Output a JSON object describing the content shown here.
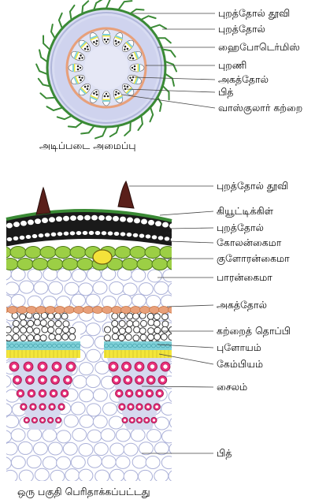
{
  "colors": {
    "epidermis_hair": "#5a1f1a",
    "cuticle": "#3a8a35",
    "hypodermis": "#9ccf45",
    "collenchyma_dark": "#1a1a1a",
    "parenchyma": "#c9cde8",
    "endodermis": "#e8a07a",
    "bundle_cap": "#ffffff",
    "phloem": "#7fd0d8",
    "cambium": "#f3e63a",
    "xylem": "#e8307a",
    "yellow_cell": "#f4e23a"
  },
  "top": {
    "caption": "அடிப்படை அமைப்பு",
    "labels": [
      "புறத்தோல் தூவி",
      "புறத்தோல்",
      "ஹைபோடெர்மிஸ்",
      "புறணி",
      "அகத்தோல்",
      "பித்",
      "வாஸ்குலார் கற்றை"
    ]
  },
  "bottom": {
    "caption": "ஒரு பகுதி பெரிதாக்கப்பட்டது",
    "labels": [
      "புறத்தோல் தூவி",
      "கியூட்டிக்கிள்",
      "புறத்தோல்",
      "கோலன்கைமா",
      "குளோரன்கைமா",
      "பாரன்கைமா",
      "அகத்தோல்",
      "கற்றைத் தொப்பி",
      "புளோயம்",
      "கேம்பியம்",
      "சைலம்",
      "பித்"
    ]
  }
}
